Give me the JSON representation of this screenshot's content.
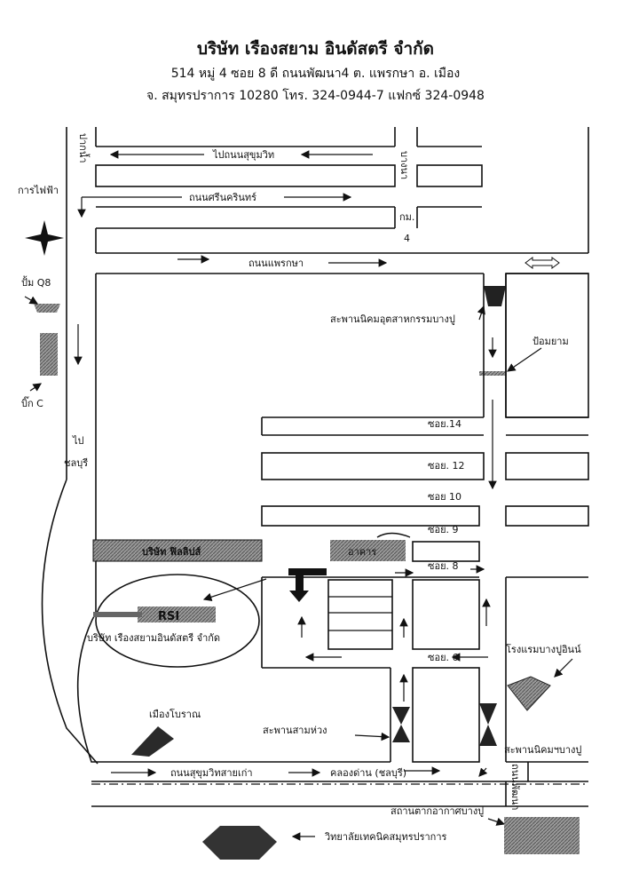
{
  "header": {
    "company": "บริษัท เรืองสยาม อินดัสตรี จำกัด",
    "address_line1": "514 หมู่ 4 ซอย 8 ดี ถนนพัฒนา4 ต. แพรกษา อ. เมือง",
    "address_line2": "จ. สมุทรปราการ 10280 โทร. 324-0944-7  แฟกซ์ 324-0948"
  },
  "roads": {
    "to_sukhumvit": "ไปถนนสุขุมวิท",
    "srinakarin": "ถนนศรีนครินทร์",
    "praeksa": "ถนนแพรกษา",
    "km": "กม.",
    "km4": "4",
    "paknam": "ปากน้ำ",
    "bangna": "บางนา",
    "to_chonburi_1": "ไป",
    "to_chonburi_2": "ชลบุรี",
    "old_sukhumvit": "ถนนสุขุมวิทสายเก่า",
    "canal": "คลองด่าน (ชลบุรี)",
    "vertical_side": "ถนนพัฒนา"
  },
  "sois": {
    "s14": "ซอย.14",
    "s12": "ซอย. 12",
    "s10": "ซอย 10",
    "s9": "ซอย. 9",
    "s8": "ซอย. 8",
    "s6": "ซอย. 6"
  },
  "places": {
    "power": "การไฟฟ้า",
    "q8": "ปั้ม Q8",
    "bigc": "บิ๊ก C",
    "bridge_bangpoo_ind": "สะพานนิคมอุตสาหกรรมบางปู",
    "police": "ป้อมยาม",
    "philips": "บริษัท ฟิลลิปส์",
    "rsi_logo": "RSI",
    "ruangsiam": "บริษัท  เรืองสยามอินดัสตรี  จำกัด",
    "building_8": "อาคาร",
    "hotel": "โรงแรมบางปูอินน์",
    "muang_boran": "เมืองโบราณ",
    "bridge_three": "สะพานสามห่วง",
    "bridge_nikom": "สะพานนิคมฯบางปู",
    "weather": "สถานตากอากาศบางปู",
    "college": "วิทยาลัยเทคนิคสมุทรปราการ"
  },
  "colors": {
    "ink": "#111111",
    "shade": "#8a8a8a",
    "dark": "#3a3a3a"
  },
  "icons": [
    "compass-icon",
    "arrow-icon"
  ]
}
